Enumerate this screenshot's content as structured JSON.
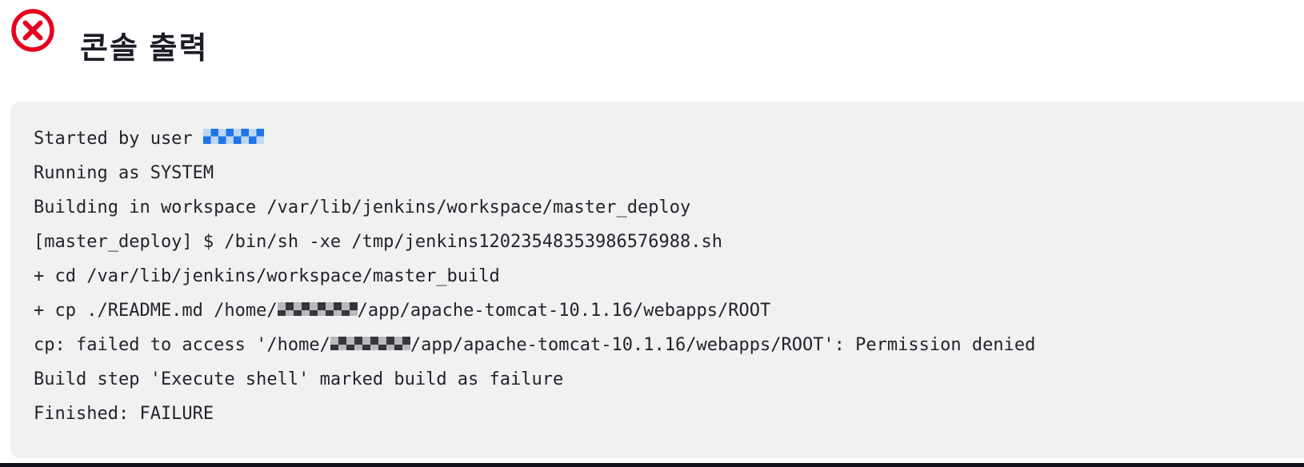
{
  "header": {
    "title": "콘솔 출력",
    "status_icon": "build-failure-icon",
    "status_color": "#e6001e"
  },
  "console": {
    "bg_color": "#f1f1f1",
    "text_color": "#23232d",
    "redacted_blue_color": "#1170e8",
    "lines": [
      {
        "pre": "Started by user ",
        "redacted": "username"
      },
      {
        "pre": "Running as SYSTEM"
      },
      {
        "pre": "Building in workspace /var/lib/jenkins/workspace/master_deploy"
      },
      {
        "pre": "[master_deploy] $ /bin/sh -xe /tmp/jenkins12023548353986576988.sh"
      },
      {
        "pre": "+ cd /var/lib/jenkins/workspace/master_build"
      },
      {
        "pre": "+ cp ./README.md /home/",
        "redacted": "username",
        "post": "/app/apache-tomcat-10.1.16/webapps/ROOT"
      },
      {
        "pre": "cp: failed to access '/home/",
        "redacted": "username",
        "post": "/app/apache-tomcat-10.1.16/webapps/ROOT': Permission denied"
      },
      {
        "pre": "Build step 'Execute shell' marked build as failure"
      },
      {
        "pre": "Finished: FAILURE"
      }
    ]
  }
}
